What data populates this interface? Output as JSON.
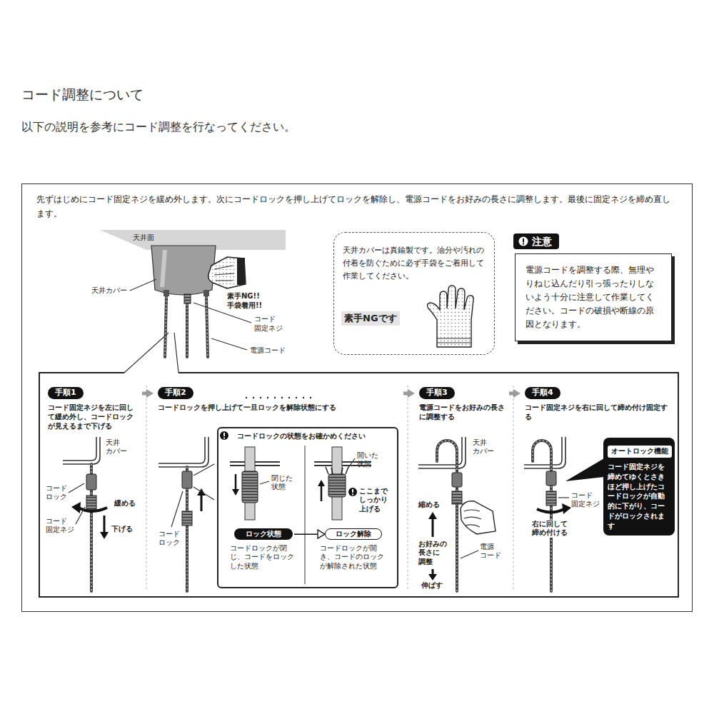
{
  "diagram": {
    "title": "コード調整について",
    "nodes": [
      {
        "text": [
          "先ずはじめにコード固定ネジを緩め外します。次にコードロックを押し上げてロックを解除し、電源コードをお好みの長さに調整します。最後に固定ネジを締め直します。"
        ]
      },
      {
        "text": [
          "天井カバーは真鍮製です。油分や汚れの付着を防ぐために必ず手袋をご着用して作業してください。",
          "素手NGです"
        ],
        "in": 0
      },
      {
        "text": [
          "注意",
          "電源コードを調整する際、無理やりねじ込んだり引っ張ったりしないよう十分に注意して作業してください。コードの破損や断線の原因となります。"
        ],
        "in": 0
      },
      {
        "text": [
          "手順1",
          "コード固定ネジを左に回して緩め外し、コードロックが見えるまで下げる"
        ],
        "in": 0
      },
      {
        "text": [
          "手順2",
          "コードロックを押し上げて一旦ロックを解除状態にする"
        ],
        "in": 0
      },
      {
        "text": [
          "コードロックの状態をお確かめください"
        ],
        "in": 4
      },
      {
        "text": [
          "ロック状態"
        ],
        "in": 5
      },
      {
        "text": [
          "ロック解除"
        ],
        "in": 5
      },
      {
        "text": [
          "手順3",
          "電源コードをお好みの長さに調整する"
        ],
        "in": 0
      },
      {
        "text": [
          "手順4",
          "コード固定ネジを右に回して締め付け固定する"
        ],
        "in": 0
      },
      {
        "text": [
          "オートロック機能",
          "コード固定ネジを締めてゆくとさきほど押し上げたコードロックが自動的に下がり、コードがロックされます"
        ],
        "in": 9
      }
    ],
    "edges": [
      {
        "from": 3,
        "to": 4,
        "arrow": "to"
      },
      {
        "from": 4,
        "to": 8,
        "arrow": "to"
      },
      {
        "from": 8,
        "to": 9,
        "arrow": "to"
      },
      {
        "from": 6,
        "to": 7,
        "arrow": "to"
      }
    ],
    "labels": [
      "以下の説明を参考にコード調整を行なってください。",
      "天井面",
      "天井カバー",
      "素手NG!! 手袋着用!!",
      "コード 固定ネジ",
      "電源コード",
      "天井 カバー",
      "コード ロック",
      "緩める",
      "コード 固定ネジ",
      "下げる",
      "コード ロック",
      "閉じた 状態",
      "開いた 状態",
      "ここまで しっかり 上げる",
      "コードロックが閉じ、コードをロックした状態",
      "コードロックが開き、コードのロックが解除された状態",
      "天井 カバー",
      "縮める",
      "お好みの 長さに 調整",
      "伸ばす",
      "電源 コード",
      "コード 固定ネジ",
      "右に回して 締め付ける"
    ]
  }
}
